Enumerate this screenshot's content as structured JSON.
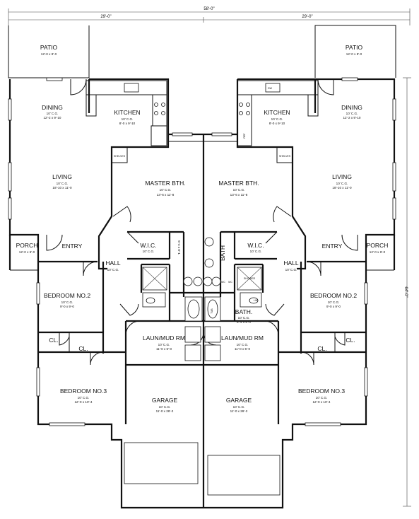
{
  "dimensions": {
    "overall_width": "58'-0\"",
    "left_width": "29'-0\"",
    "right_width": "29'-0\"",
    "overall_depth": "64'-0\""
  },
  "left_unit": {
    "patio": {
      "name": "PATIO",
      "size": "12'-0 x 8'-0"
    },
    "dining": {
      "name": "DINING",
      "ceiling": "10' C.G.",
      "size": "12'-2 x 9'-10"
    },
    "kitchen": {
      "name": "KITCHEN",
      "ceiling": "10' C.G.",
      "size": "8'-0 x 9'-10"
    },
    "living": {
      "name": "LIVING",
      "ceiling": "10' C.G.",
      "size": "18'-10 x 11'-0"
    },
    "master_bath": {
      "name": "MASTER BTH.",
      "ceiling": "10' C.G.",
      "size": "13'-6 x 11'-8"
    },
    "porch": {
      "name": "PORCH",
      "size": "12'-0 x 6'-0"
    },
    "entry": {
      "name": "ENTRY"
    },
    "wic": {
      "name": "W.I.C.",
      "ceiling": "10' C.G."
    },
    "hall": {
      "name": "HALL",
      "ceiling": "10' C.G."
    },
    "bedroom2": {
      "name": "BEDROOM NO.2",
      "ceiling": "10' C.G.",
      "size": "9'-0 x 9'-0"
    },
    "bedroom3": {
      "name": "BEDROOM NO.3",
      "ceiling": "10' C.G.",
      "size": "12'-9 x 10'-4"
    },
    "laundry": {
      "name": "LAUN/MUD RM",
      "ceiling": "10' C.G.",
      "size": "11'-0 x 5'-0"
    },
    "garage": {
      "name": "GARAGE",
      "ceiling": "10' C.G.",
      "size": "11'-0 x 26'-2"
    },
    "closet_a": "CL.",
    "closet_b": "CL.",
    "shelves": "SHELVES",
    "wic_size": "5'-4 x 8'-1"
  },
  "right_unit": {
    "patio": {
      "name": "PATIO",
      "size": "12'-0 x 8'-0"
    },
    "dining": {
      "name": "DINING",
      "ceiling": "10' C.G.",
      "size": "12'-2 x 9'-10"
    },
    "kitchen": {
      "name": "KITCHEN",
      "ceiling": "10' C.G.",
      "size": "8'-0 x 9'-10"
    },
    "living": {
      "name": "LIVING",
      "ceiling": "10' C.G.",
      "size": "18'-10 x 11'-0"
    },
    "master_bath": {
      "name": "MASTER BTH.",
      "ceiling": "10' C.G.",
      "size": "13'-6 x 11'-8"
    },
    "porch": {
      "name": "PORCH",
      "size": "12'-0 x 6'-0"
    },
    "entry": {
      "name": "ENTRY"
    },
    "wic": {
      "name": "W.I.C.",
      "ceiling": "10' C.G."
    },
    "hall": {
      "name": "HALL",
      "ceiling": "10' C.G."
    },
    "bath": {
      "name": "BATH.",
      "ceiling": "10' C.G.",
      "size": "8'-4 x 5'-0"
    },
    "bath_vertical": "BATH",
    "bedroom2": {
      "name": "BEDROOM NO.2",
      "ceiling": "10' C.G.",
      "size": "9'-0 x 9'-0"
    },
    "bedroom3": {
      "name": "BEDROOM NO.3",
      "ceiling": "10' C.G.",
      "size": "12'-9 x 10'-4"
    },
    "laundry": {
      "name": "LAUN/MUD RM",
      "ceiling": "10' C.G.",
      "size": "11'-0 x 5'-0"
    },
    "garage": {
      "name": "GARAGE",
      "ceiling": "10' C.G.",
      "size": "11'-0 x 26'-2"
    },
    "closet_a": "CL.",
    "closet_b": "CL.",
    "shelves": "SHELVES",
    "shower": "SHOWER",
    "tub": "TUB",
    "dw": "DW",
    "ref": "REF",
    "lin": "LIN.",
    "mc1": "MC",
    "mc2": "MC"
  }
}
